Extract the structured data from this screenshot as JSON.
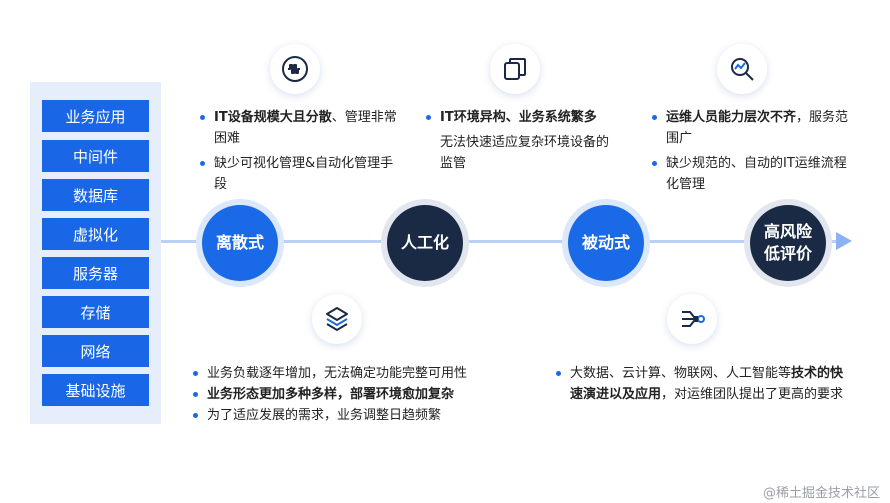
{
  "stack": {
    "items": [
      "业务应用",
      "中间件",
      "数据库",
      "虚拟化",
      "服务器",
      "存储",
      "网络",
      "基础设施"
    ]
  },
  "nodes": [
    {
      "label_line1": "离散式",
      "label_line2": ""
    },
    {
      "label_line1": "人工化",
      "label_line2": ""
    },
    {
      "label_line1": "被动式",
      "label_line2": ""
    },
    {
      "label_line1": "高风险",
      "label_line2": "低评价"
    }
  ],
  "top_blocks": [
    {
      "icon": "waveform-icon",
      "rows": [
        {
          "bold": "IT设备规模大且分散",
          "normal": "、管理非常困难"
        },
        {
          "bold": "",
          "normal": "缺少可视化管理&自动化管理手段"
        }
      ]
    },
    {
      "icon": "copy-windows-icon",
      "rows": [
        {
          "bold": "IT环境异构、业务系统繁多",
          "normal": ""
        },
        {
          "bold": "",
          "normal": "无法快速适应复杂环境设备的监管"
        }
      ]
    },
    {
      "icon": "trend-search-icon",
      "rows": [
        {
          "bold": "运维人员能力层次不齐",
          "normal": "，服务范围广"
        },
        {
          "bold": "",
          "normal": "缺少规范的、自动的IT运维流程化管理"
        }
      ]
    }
  ],
  "bottom_blocks": [
    {
      "icon": "layers-cube-icon",
      "rows": [
        {
          "bold": "",
          "normal": "业务负载逐年增加，无法确定功能完整可用性"
        },
        {
          "bold": "业务形态更加多种多样，部署环境愈加复杂",
          "normal": ""
        },
        {
          "bold": "",
          "normal": "为了适应发展的需求，业务调整日趋频繁"
        }
      ]
    },
    {
      "icon": "circuit-network-icon",
      "rows": [
        {
          "normal": "大数据、云计算、物联网、人工智能等",
          "bold": "技术的快速演进以及应用",
          "tail": "，对运维团队提出了更高的要求"
        }
      ]
    }
  ],
  "watermark": "@稀土掘金技术社区",
  "colors": {
    "accent": "#1a6ae8",
    "dark": "#1b2a44",
    "panel": "#e6eefb"
  }
}
